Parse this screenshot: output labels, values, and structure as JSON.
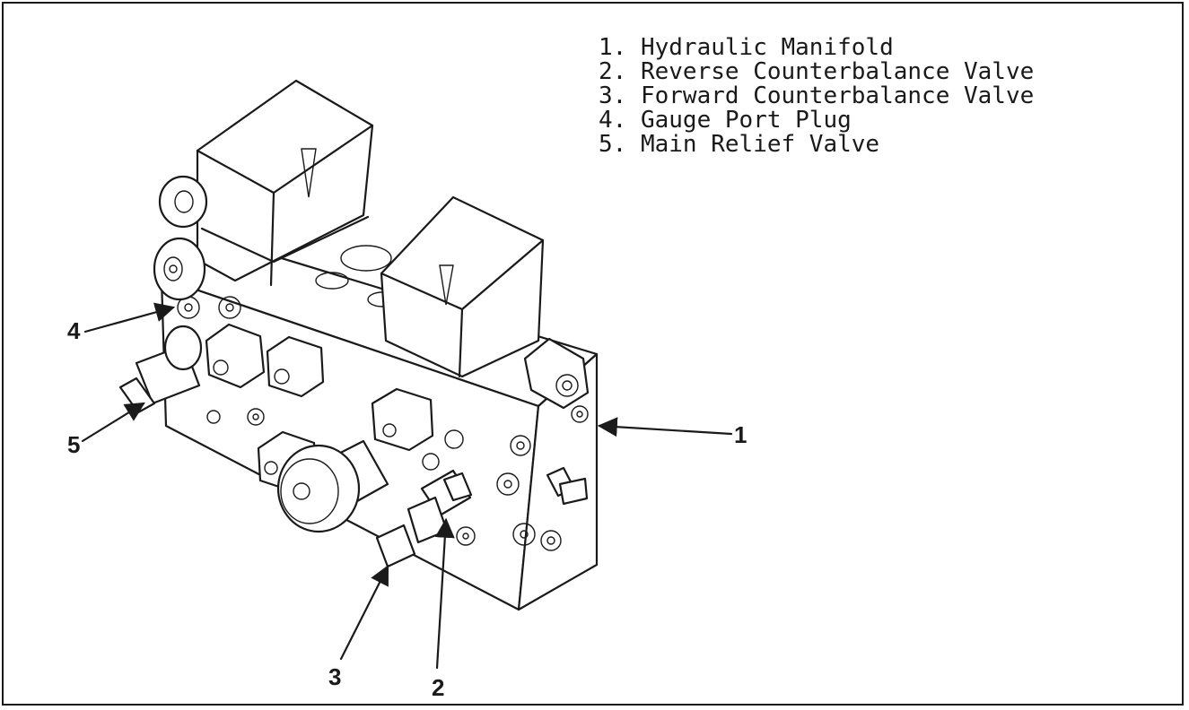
{
  "legend": [
    {
      "number": "1.",
      "label": "Hydraulic Manifold"
    },
    {
      "number": "2.",
      "label": "Reverse Counterbalance Valve"
    },
    {
      "number": "3.",
      "label": "Forward Counterbalance Valve"
    },
    {
      "number": "4.",
      "label": "Gauge Port Plug"
    },
    {
      "number": "5.",
      "label": "Main Relief Valve"
    }
  ],
  "callouts": {
    "c1": "1",
    "c2": "2",
    "c3": "3",
    "c4": "4",
    "c5": "5"
  },
  "colors": {
    "ink": "#1a1a1a",
    "paper": "#ffffff"
  }
}
